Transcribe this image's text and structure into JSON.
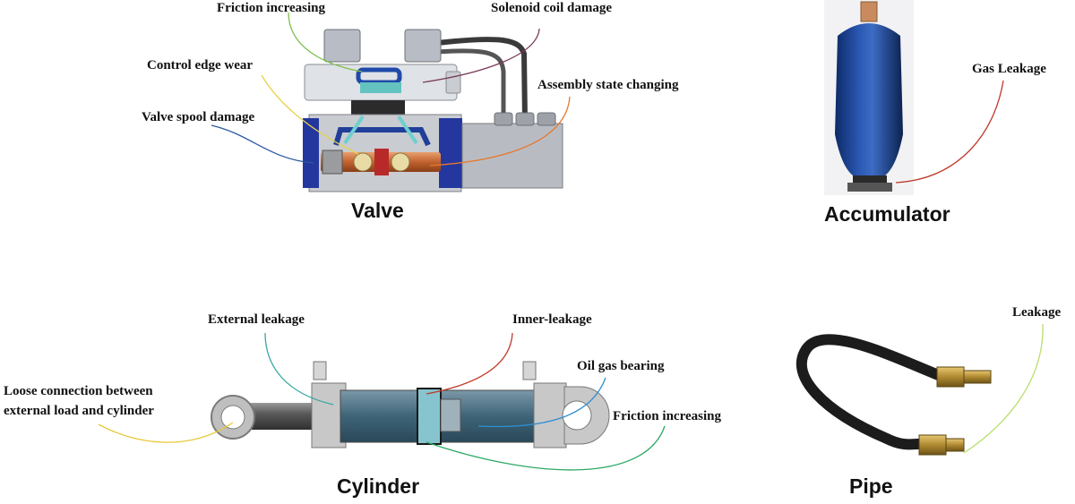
{
  "valve": {
    "title": "Valve",
    "labels": {
      "friction": "Friction increasing",
      "solenoid": "Solenoid coil damage",
      "control_edge": "Control edge wear",
      "assembly": "Assembly state changing",
      "spool": "Valve spool damage"
    }
  },
  "accumulator": {
    "title": "Accumulator",
    "labels": {
      "gas": "Gas Leakage"
    }
  },
  "cylinder": {
    "title": "Cylinder",
    "labels": {
      "external": "External leakage",
      "inner": "Inner-leakage",
      "oil_gas": "Oil gas bearing",
      "loose_line1": "Loose connection between",
      "loose_line2": "external load and cylinder",
      "friction": "Friction increasing"
    }
  },
  "pipe": {
    "title": "Pipe",
    "labels": {
      "leakage": "Leakage"
    }
  },
  "colors": {
    "friction_valve": "#7fbf4f",
    "solenoid": "#7a3a5a",
    "control_edge": "#e8d24a",
    "assembly": "#e8772e",
    "spool": "#2c5aa0",
    "gas": "#c0392b",
    "external": "#3aa7a0",
    "inner": "#c0392b",
    "oil_gas": "#2f8fd1",
    "loose": "#e8c93a",
    "friction_cyl": "#2ea866",
    "pipe_leak": "#b9df6e"
  }
}
